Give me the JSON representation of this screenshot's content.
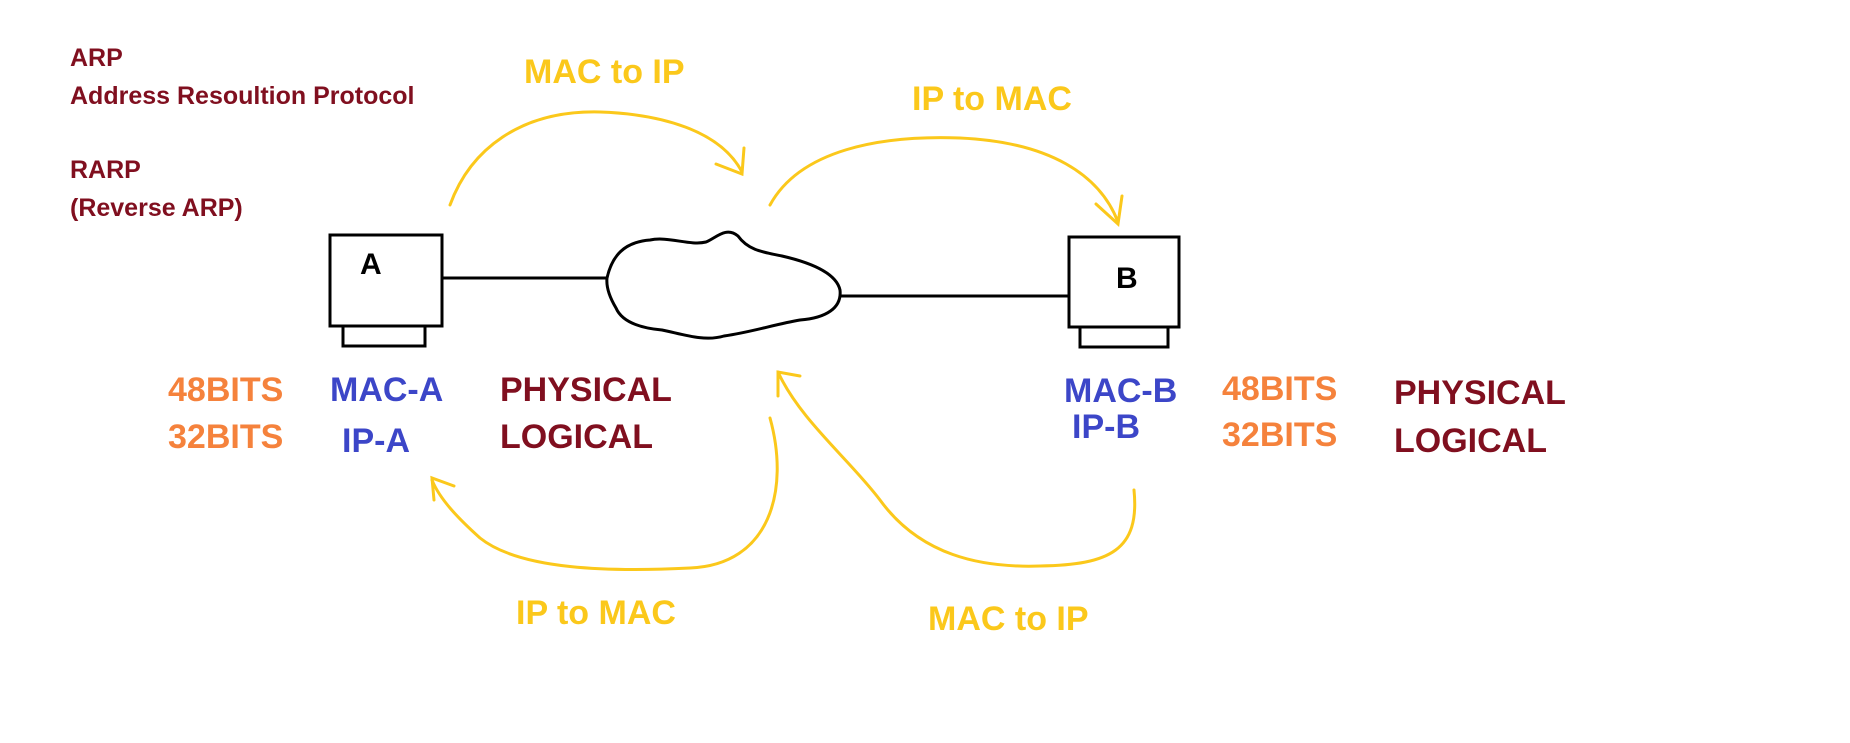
{
  "colors": {
    "maroon": "#800f1f",
    "orange": "#f5823c",
    "blue": "#3c46c8",
    "yellow": "#fbc81b",
    "line": "#000000"
  },
  "notes": {
    "arp_title": "ARP",
    "arp_full": "Address Resoultion Protocol",
    "rarp_title": "RARP",
    "rarp_full": "(Reverse ARP)"
  },
  "hosts": {
    "a": {
      "label": "A",
      "mac": "MAC-A",
      "ip": "IP-A"
    },
    "b": {
      "label": "B",
      "mac": "MAC-B",
      "ip": "IP-B"
    }
  },
  "bits": {
    "a": {
      "mac_bits": "48BITS",
      "ip_bits": "32BITS"
    },
    "b": {
      "mac_bits": "48BITS",
      "ip_bits": "32BITS"
    }
  },
  "address_types": {
    "a": {
      "physical": "PHYSICAL",
      "logical": "LOGICAL"
    },
    "b": {
      "physical": "PHYSICAL",
      "logical": "LOGICAL"
    }
  },
  "arrows": {
    "top_left": "MAC to IP",
    "top_right": "IP to MAC",
    "bottom_left": "IP to MAC",
    "bottom_right": "MAC to IP"
  },
  "icons": {
    "computer": "computer-monitor-icon",
    "network": "network-cloud-icon"
  }
}
